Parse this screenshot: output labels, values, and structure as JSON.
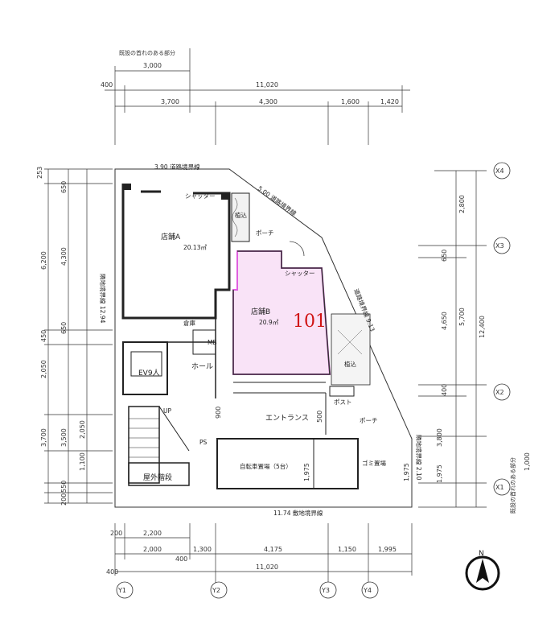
{
  "notes": {
    "top_left": "既設の首れのある部分",
    "bottom_right": "既設の首れのある部分"
  },
  "dims": {
    "top_row1": [
      "3,000"
    ],
    "top_row2": [
      "400",
      "11,020"
    ],
    "top_row3": [
      "3,700",
      "4,300",
      "1,600",
      "1,420"
    ],
    "bottom_row1": [
      "200",
      "2,200"
    ],
    "bottom_row2": [
      "2,000",
      "400",
      "1,300",
      "4,175",
      "1,150",
      "1,995"
    ],
    "bottom_row3": [
      "400",
      "11,020"
    ],
    "left_col1": [
      "253",
      "6,200",
      "450",
      "2,050",
      "3,700",
      "550",
      "200"
    ],
    "left_col2": [
      "650",
      "4,300",
      "650",
      "3,500",
      "1,100"
    ],
    "left_col3": [
      "2,050"
    ],
    "right_col1": [
      "2,800",
      "650",
      "4,650",
      "400",
      "3,800",
      "1,975"
    ],
    "right_col2": [
      "5,700",
      "1,000"
    ],
    "right_col3": [
      "12,400"
    ],
    "interior": [
      "1,975",
      "900",
      "500",
      "1,975"
    ]
  },
  "boundaries": {
    "north": "3.90 道路境界線",
    "northeast": "5.00 道路境界線",
    "east": "道路境界線 9.13",
    "south": "11.74 敷地境界線",
    "west": "隣地境界線 12.94",
    "southeast": "隣地境界線 2.10"
  },
  "rooms": {
    "shop_a": "店舗A",
    "shop_a_area": "20.13㎡",
    "shop_b": "店舗B",
    "shop_b_area": "20.9㎡",
    "unit_number": "101",
    "porch_n": "ポーチ",
    "porch_s": "ポーチ",
    "planting_n": "植込",
    "planting_e": "植込",
    "entrance": "エントランス",
    "hall": "ホール",
    "elevator": "EV9人",
    "bicycle": "自転車置場（5台）",
    "garbage": "ゴミ置場",
    "stairs": "屋外階段",
    "mailbox": "ポスト",
    "ps": "PS",
    "mb": "MB",
    "shutter1": "シャッター",
    "shutter2": "シャッター",
    "storage": "倉庫",
    "up": "UP"
  },
  "grid": {
    "x": [
      "X1",
      "X2",
      "X3",
      "X4"
    ],
    "y": [
      "Y1",
      "Y2",
      "Y3",
      "Y4"
    ]
  },
  "compass": "N",
  "colors": {
    "highlight": "#e060e0",
    "highlight_fill": "#f9e3f7",
    "unit_text": "#d01414",
    "line": "#2a2a2a"
  }
}
